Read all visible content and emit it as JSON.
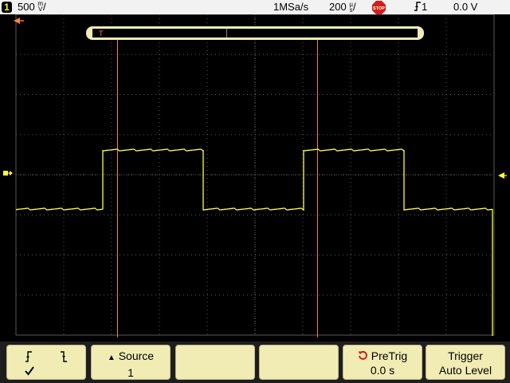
{
  "status": {
    "channel": "1",
    "volts_per_div": "500",
    "volts_unit_top": "m",
    "volts_unit_bottom": "V",
    "sample_rate": "1MSa/s",
    "time_per_div": "200",
    "time_unit_top": "µ",
    "time_unit_bottom": "s",
    "stop_label": "STOP",
    "trigger_source": "1",
    "trigger_level": "0.0 V"
  },
  "colors": {
    "trace": "#ffff3c",
    "cursor": "#ff7e3c",
    "grid": "#5a5a5a",
    "softkey": "#f0ecb4",
    "marker_orange": "#ff7e3c"
  },
  "timeline": {
    "marker": "T"
  },
  "softkeys": [
    {
      "name": "slope-key",
      "l1": "",
      "l2": ""
    },
    {
      "name": "source-key",
      "l1": "Source",
      "l2": "1"
    },
    {
      "name": "blank-key-1",
      "l1": "",
      "l2": ""
    },
    {
      "name": "blank-key-2",
      "l1": "",
      "l2": ""
    },
    {
      "name": "pretrig-key",
      "l1": "PreTrig",
      "l2": "0.0 s"
    },
    {
      "name": "trigger-key",
      "l1": "Trigger",
      "l2": "Auto Level"
    }
  ]
}
